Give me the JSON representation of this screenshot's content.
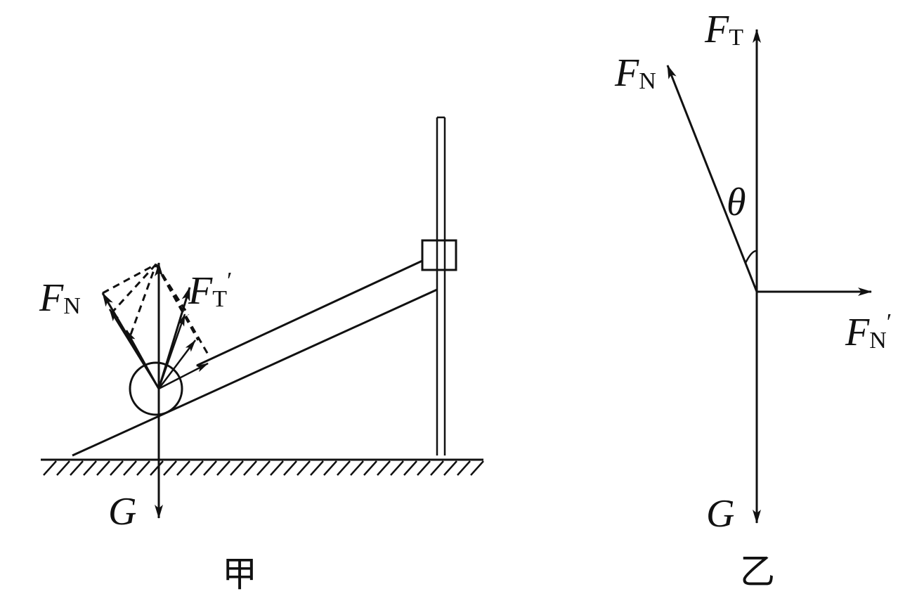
{
  "figure_a": {
    "caption": "甲",
    "labels": {
      "fn": {
        "main": "F",
        "sub": "N"
      },
      "ft_prime": {
        "main": "F",
        "sub": "T",
        "prime": "′"
      },
      "g": {
        "main": "G"
      }
    }
  },
  "figure_b": {
    "caption": "乙",
    "labels": {
      "ft": {
        "main": "F",
        "sub": "T"
      },
      "fn": {
        "main": "F",
        "sub": "N"
      },
      "fn_prime": {
        "main": "F",
        "sub": "N",
        "prime": "′"
      },
      "theta": {
        "main": "θ"
      },
      "g": {
        "main": "G"
      }
    }
  },
  "colors": {
    "ink": "#111111",
    "background": "#ffffff"
  }
}
